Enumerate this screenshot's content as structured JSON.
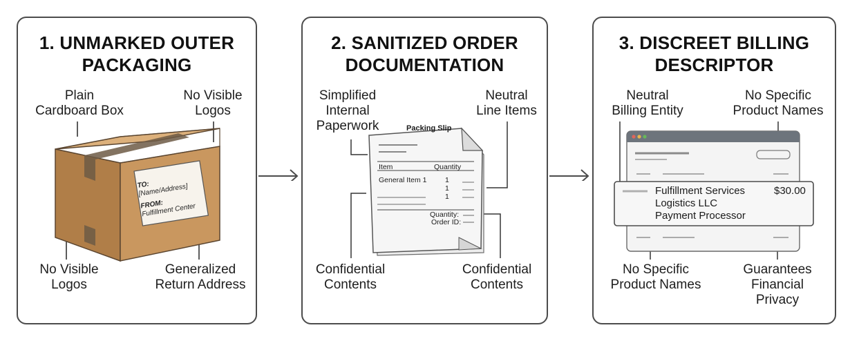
{
  "panels": [
    {
      "title_lines": [
        "1. UNMARKED OUTER",
        "PACKAGING"
      ],
      "labels": {
        "top_left": [
          "Plain",
          "Cardboard Box"
        ],
        "top_right": [
          "No Visible",
          "Logos"
        ],
        "bottom_left": [
          "No Visible",
          "Logos"
        ],
        "bottom_right": [
          "Generalized",
          "Return Address"
        ]
      },
      "box_label": {
        "to": "TO:",
        "to_value": "[Name/Address]",
        "from": "FROM:",
        "from_value": "Fulfillment Center"
      }
    },
    {
      "title_lines": [
        "2. SANITIZED ORDER",
        "DOCUMENTATION"
      ],
      "labels": {
        "top_left": [
          "Simplified",
          "Internal",
          "Paperwork"
        ],
        "top_right": [
          "Neutral",
          "Line Items"
        ],
        "bottom_left": [
          "Confidential",
          "Contents"
        ],
        "bottom_right": [
          "Confidential",
          "Contents"
        ]
      },
      "slip": {
        "title": "Packing Slip",
        "col_item": "Item",
        "col_qty": "Quantity",
        "row_item": "General Item 1",
        "qtys": [
          "1",
          "1",
          "1"
        ],
        "quantity_label": "Quantity:",
        "order_label": "Order ID:"
      }
    },
    {
      "title_lines": [
        "3. DISCREET BILLING",
        "DESCRIPTOR"
      ],
      "labels": {
        "top_left": [
          "Neutral",
          "Billing Entity"
        ],
        "top_right": [
          "No Specific",
          "Product Names"
        ],
        "bottom_left": [
          "No Specific",
          "Product Names"
        ],
        "bottom_right": [
          "Guarantees",
          "Financial",
          "Privacy"
        ]
      },
      "statement": {
        "lines": [
          "Fulfillment Services",
          "Logistics LLC",
          "Payment Processor"
        ],
        "amount": "$30.00"
      }
    }
  ],
  "colors": {
    "border": "#4b4b4b",
    "cardboard_front": "#c9975f",
    "cardboard_side": "#b07e48",
    "cardboard_top": "#dcb07b",
    "tape": "#6d5a45",
    "window_dot_red": "#e0655a",
    "window_dot_yellow": "#e8b44c",
    "window_dot_green": "#66b85a"
  }
}
